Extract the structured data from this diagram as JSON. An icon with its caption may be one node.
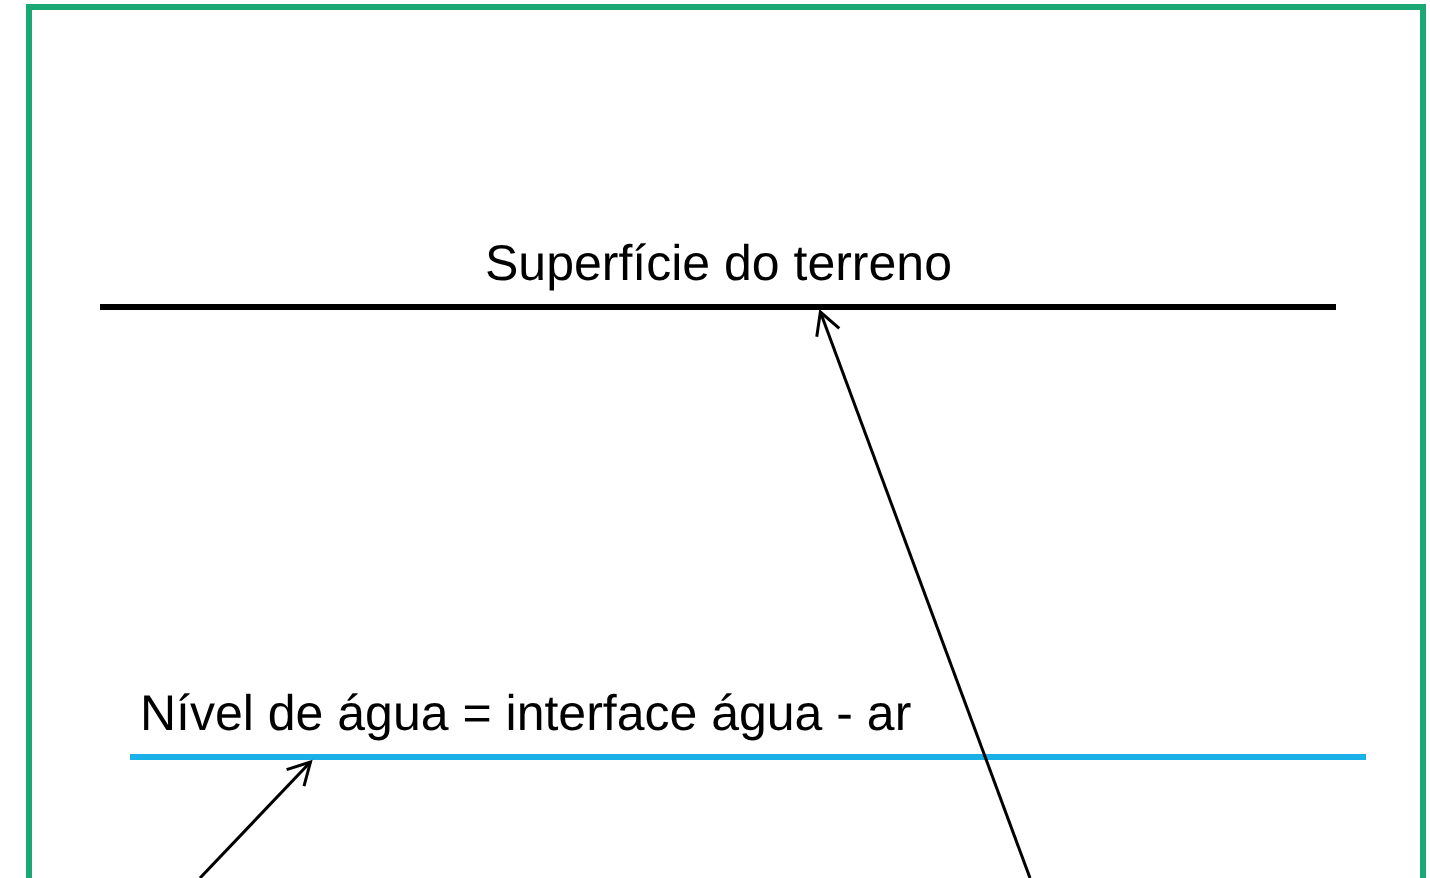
{
  "diagram": {
    "nodes": [
      {
        "text": [
          "Superfície do terreno"
        ]
      },
      {
        "text": [
          "Nível de água = interface água - ar"
        ]
      }
    ],
    "edges": [
      {
        "from": null,
        "to": 1,
        "arrow": "to"
      },
      {
        "from": null,
        "to": 0,
        "arrow": "to"
      }
    ]
  }
}
